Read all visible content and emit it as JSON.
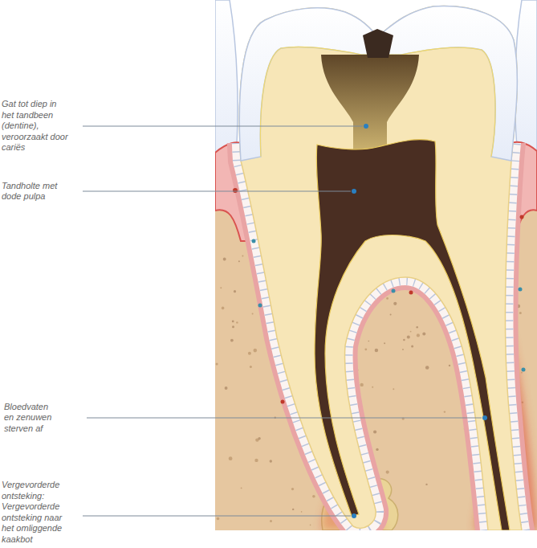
{
  "diagram": {
    "labels": [
      "Gat tot diep in het tandbeen (dentine), veroorzaakt door cariës",
      "Tandholte met dode pulpa",
      "Bloedvaten en zenuwen sterven af",
      "Vergevorderde ontsteking: Vergevorderde ontsteking naar het omliggende kaakbot"
    ]
  }
}
